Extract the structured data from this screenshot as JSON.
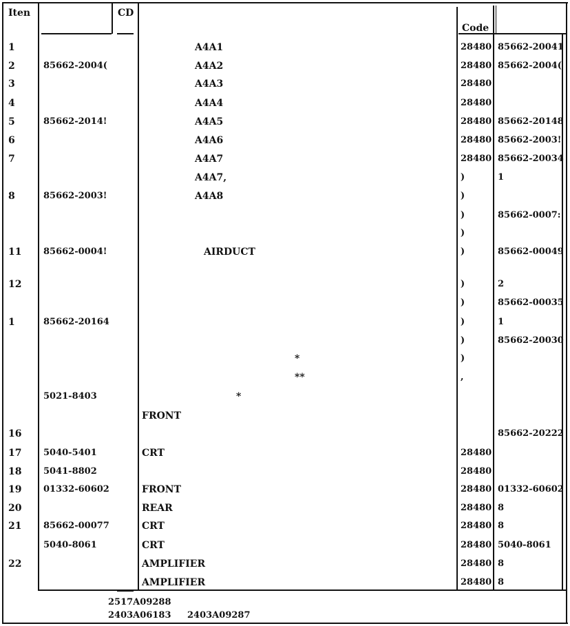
{
  "header": {
    "item": "Iten",
    "cd": "CD",
    "code": "Code"
  },
  "rows": [
    {
      "item": "1",
      "part": "",
      "desc": "A4A1",
      "mfr": "28480",
      "mfr_part": "85662-20041"
    },
    {
      "item": "2",
      "part": "85662-2004(",
      "desc": "A4A2",
      "mfr": "28480",
      "mfr_part": "85662-2004("
    },
    {
      "item": "3",
      "part": "",
      "desc": "A4A3",
      "mfr": "28480",
      "mfr_part": ""
    },
    {
      "item": "4",
      "part": "",
      "desc": "A4A4",
      "mfr": "28480",
      "mfr_part": ""
    },
    {
      "item": "5",
      "part": "85662-2014!",
      "desc": "A4A5",
      "mfr": "28480",
      "mfr_part": "85662-20148"
    },
    {
      "item": "6",
      "part": "",
      "desc": "A4A6",
      "mfr": "28480",
      "mfr_part": "85662-2003!"
    },
    {
      "item": "7",
      "part": "",
      "desc": "A4A7",
      "mfr": "28480",
      "mfr_part": "85662-20034"
    },
    {
      "item": "",
      "part": "",
      "desc": "A4A7,",
      "mfr": ")",
      "mfr_part": "1"
    },
    {
      "item": "8",
      "part": "85662-2003!",
      "desc": "A4A8",
      "mfr": ")",
      "mfr_part": ""
    },
    {
      "item": "",
      "part": "",
      "desc": "",
      "mfr": ")",
      "mfr_part": "85662-0007:"
    },
    {
      "item": "",
      "part": "",
      "desc": "",
      "mfr": ")",
      "mfr_part": ""
    },
    {
      "item": "11",
      "part": "85662-0004!",
      "desc": "AIRDUCT",
      "mfr": ")",
      "mfr_part": "85662-00049"
    },
    {
      "item": "12",
      "part": "",
      "desc": "",
      "mfr": ")",
      "mfr_part": "2"
    },
    {
      "item": "",
      "part": "",
      "desc": "",
      "mfr": ")",
      "mfr_part": "85662-00035"
    },
    {
      "item": "1",
      "part": "85662-20164",
      "desc": "",
      "mfr": ")",
      "mfr_part": "1"
    },
    {
      "item": "",
      "part": "",
      "desc": "",
      "mfr": ")",
      "mfr_part": "85662-20030"
    },
    {
      "item": "",
      "part": "",
      "desc": "*",
      "mfr": ")",
      "mfr_part": ""
    },
    {
      "item": "",
      "part": "",
      "desc": "**",
      "mfr": ",",
      "mfr_part": ""
    },
    {
      "item": "",
      "part": "5021-8403",
      "desc": "*",
      "mfr": "",
      "mfr_part": ""
    },
    {
      "item": "",
      "part": "",
      "desc": "FRONT",
      "mfr": "",
      "mfr_part": ""
    },
    {
      "item": "16",
      "part": "",
      "desc": "",
      "mfr": "",
      "mfr_part": "85662-20222"
    },
    {
      "item": "17",
      "part": "5040-5401",
      "desc": "CRT",
      "mfr": "28480",
      "mfr_part": ""
    },
    {
      "item": "18",
      "part": "5041-8802",
      "desc": "",
      "mfr": "28480",
      "mfr_part": ""
    },
    {
      "item": "19",
      "part": "01332-60602",
      "desc": "FRONT",
      "mfr": "28480",
      "mfr_part": "01332-60602"
    },
    {
      "item": "20",
      "part": "",
      "desc": "REAR",
      "mfr": "28480",
      "mfr_part": "8"
    },
    {
      "item": "21",
      "part": "85662-00077",
      "desc": "CRT",
      "mfr": "28480",
      "mfr_part": "8"
    },
    {
      "item": "",
      "part": "5040-8061",
      "desc": "CRT",
      "mfr": "28480",
      "mfr_part": "5040-8061"
    },
    {
      "item": "22",
      "part": "",
      "desc": "AMPLIFIER",
      "mfr": "28480",
      "mfr_part": "8"
    },
    {
      "item": "",
      "part": "",
      "desc": "AMPLIFIER",
      "mfr": "28480",
      "mfr_part": "8"
    }
  ],
  "footer": {
    "line1": "2517A09288",
    "line2a": "2403A06183",
    "line2b": "2403A09287"
  }
}
